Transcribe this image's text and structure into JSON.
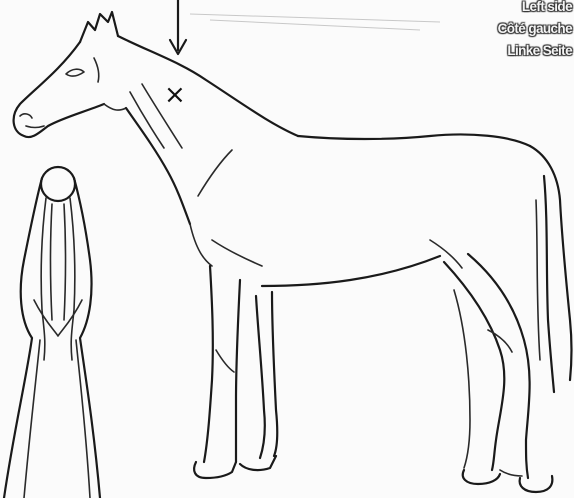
{
  "labels": {
    "line1": "Left side",
    "line2": "Côté gauche",
    "line3": "Linke Seite"
  },
  "markers": {
    "cross": "×"
  }
}
